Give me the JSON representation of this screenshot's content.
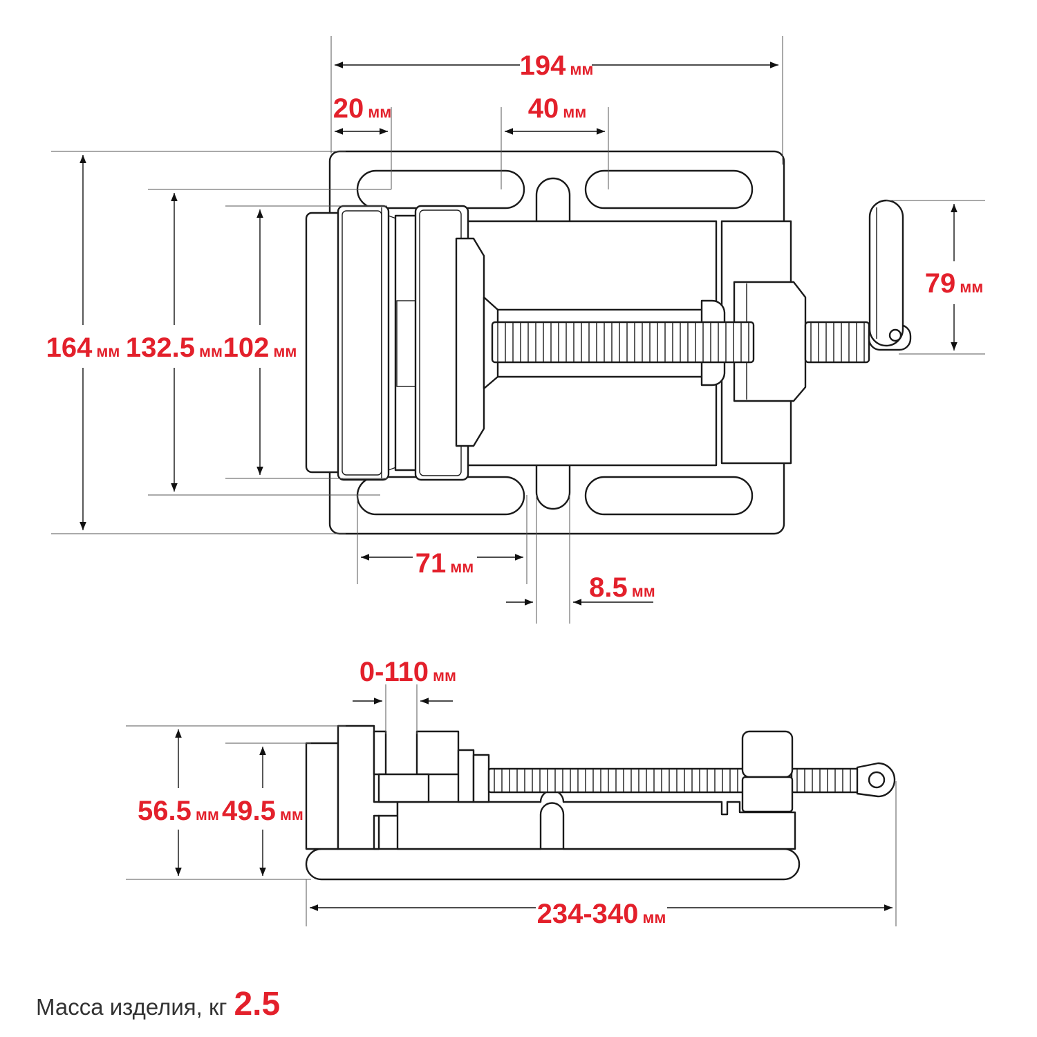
{
  "colors": {
    "accent": "#e3202b",
    "line": "#1a1a1a",
    "text": "#333333"
  },
  "unit": "мм",
  "dimensions": {
    "width_total": "194",
    "slot_offset": "20",
    "slot_length": "40",
    "height_total": "164",
    "slot_spacing_height": "132.5",
    "jaw_width": "102",
    "handle": "79",
    "slot_spacing_width": "71",
    "slot_width": "8.5",
    "jaw_opening": "0-110",
    "height_overall": "56.5",
    "jaw_height": "49.5",
    "length_total": "234-340"
  },
  "mass": {
    "label": "Масса изделия, кг",
    "value": "2.5"
  }
}
